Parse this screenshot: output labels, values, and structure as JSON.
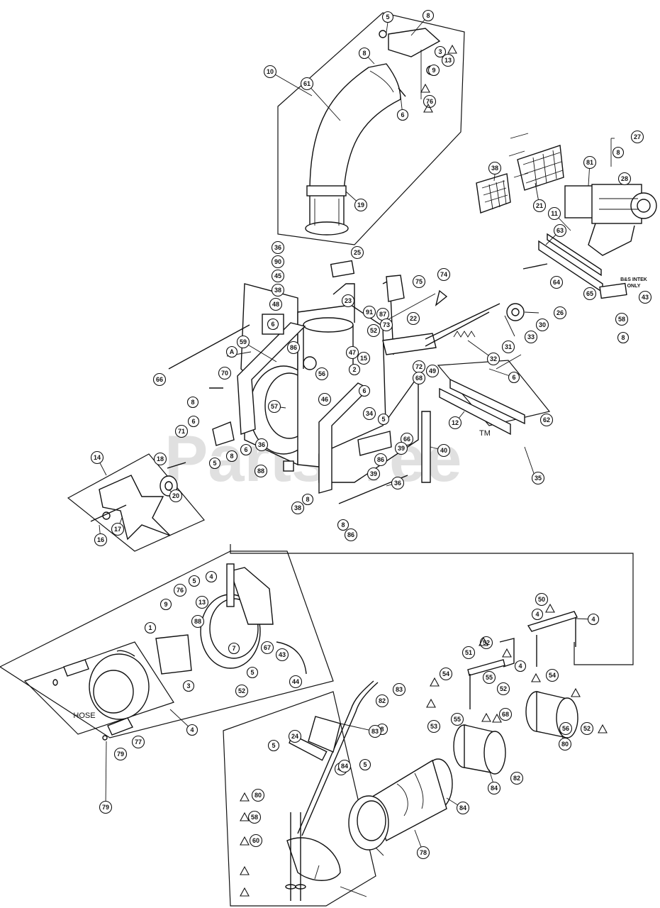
{
  "watermark": {
    "text": "PartsTree",
    "trademark": "TM"
  },
  "labels": {
    "detail_a": "A",
    "hose": "HOSE",
    "engine_note_line1": "B&S INTEK",
    "engine_note_line2": "ONLY"
  },
  "callouts": [
    "5",
    "8",
    "8",
    "3",
    "13",
    "9",
    "76",
    "6",
    "10",
    "61",
    "19",
    "21",
    "38",
    "27",
    "8",
    "81",
    "28",
    "11",
    "63",
    "36",
    "90",
    "45",
    "38",
    "48",
    "25",
    "74",
    "75",
    "23",
    "91",
    "52",
    "87",
    "73",
    "22",
    "26",
    "30",
    "31",
    "33",
    "32",
    "64",
    "65",
    "43",
    "58",
    "8",
    "6",
    "A",
    "59",
    "86",
    "47",
    "2",
    "15",
    "56",
    "46",
    "72",
    "49",
    "68",
    "6",
    "12",
    "62",
    "35",
    "34",
    "66",
    "8",
    "70",
    "6",
    "71",
    "5",
    "8",
    "6",
    "36",
    "57",
    "88",
    "38",
    "8",
    "6",
    "5",
    "66",
    "39",
    "40",
    "86",
    "36",
    "39",
    "8",
    "86",
    "14",
    "18",
    "20",
    "17",
    "16",
    "5",
    "4",
    "76",
    "9",
    "13",
    "88",
    "1",
    "7",
    "5",
    "67",
    "43",
    "3",
    "44",
    "52",
    "50",
    "4",
    "4",
    "52",
    "51",
    "4",
    "54",
    "55",
    "54",
    "52",
    "68",
    "55",
    "56",
    "52",
    "80",
    "53",
    "84",
    "82",
    "84",
    "78",
    "83",
    "82",
    "8",
    "5",
    "24",
    "41",
    "83",
    "84",
    "5",
    "4",
    "79",
    "77",
    "79",
    "80",
    "58",
    "60"
  ]
}
